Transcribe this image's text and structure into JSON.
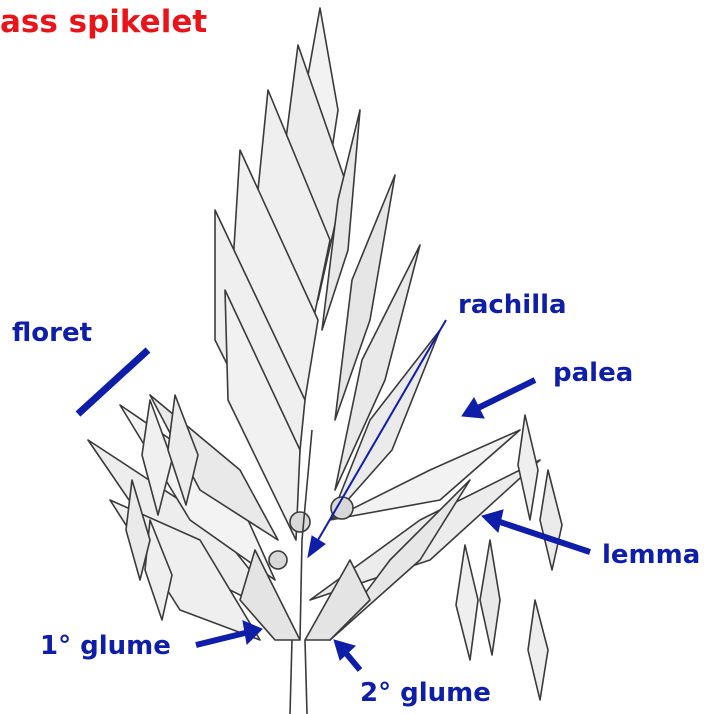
{
  "title": "ass spikelet",
  "labels": {
    "rachilla": "rachilla",
    "floret": "floret",
    "palea": "palea",
    "lemma": "lemma",
    "glume1": "1° glume",
    "glume2": "2° glume"
  },
  "colors": {
    "title": "#e8141a",
    "label": "#0f1ea8",
    "ink": "#3a3a3a",
    "background": "#ffffff"
  }
}
